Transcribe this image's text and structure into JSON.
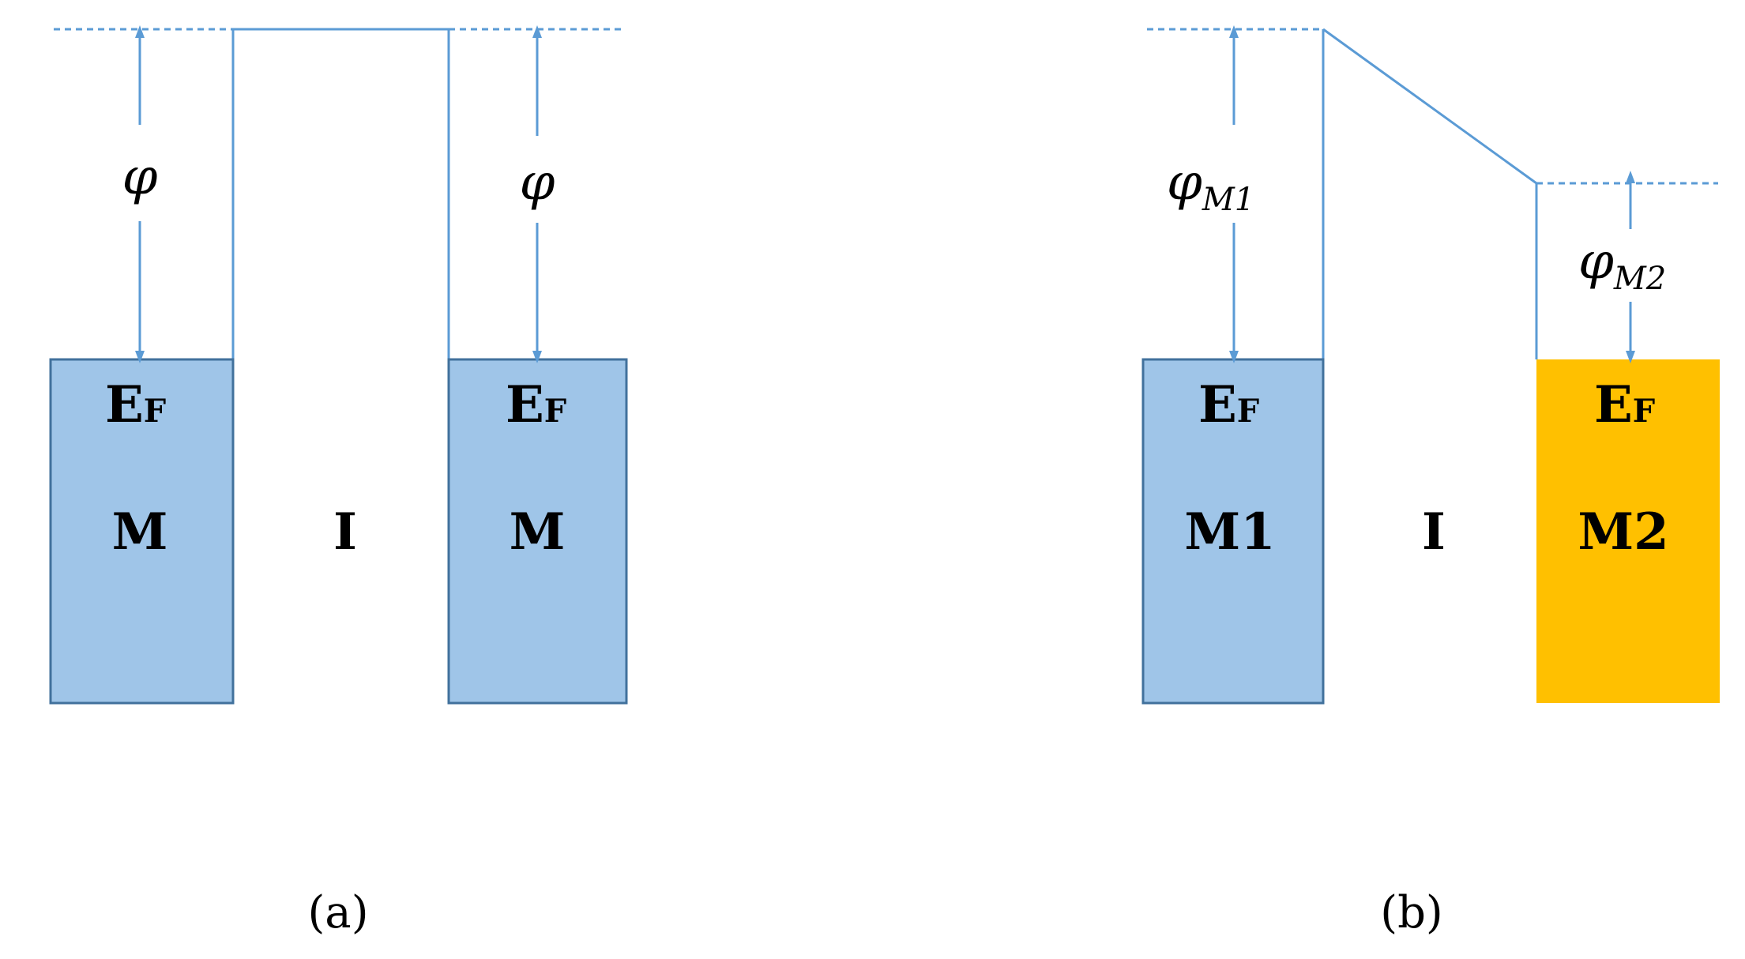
{
  "panel_a": {
    "left_metal": {
      "ef_main": "E",
      "ef_sub": "F",
      "label": "M",
      "fill": "#9fc5e8"
    },
    "insulator_label": "I",
    "right_metal": {
      "ef_main": "E",
      "ef_sub": "F",
      "label": "M",
      "fill": "#9fc5e8"
    },
    "work_function_left": "φ",
    "work_function_right": "φ",
    "caption": "(a)"
  },
  "panel_b": {
    "left_metal": {
      "ef_main": "E",
      "ef_sub": "F",
      "label": "M1",
      "fill": "#9fc5e8"
    },
    "insulator_label": "I",
    "right_metal": {
      "ef_main": "E",
      "ef_sub": "F",
      "label": "M2",
      "fill": "#ffc000"
    },
    "work_function_left": {
      "symbol": "φ",
      "subscript": "M1"
    },
    "work_function_right": {
      "symbol": "φ",
      "subscript": "M2"
    },
    "caption": "(b)"
  },
  "colors": {
    "line": "#5b9bd5",
    "box_border": "#41719c",
    "metal_blue": "#9fc5e8",
    "metal_orange": "#ffc000"
  }
}
